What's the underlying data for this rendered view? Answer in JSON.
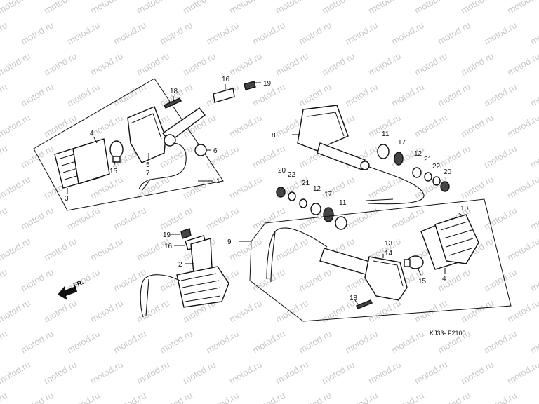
{
  "watermark": "motod.ru",
  "diagram_code": "KJ33- F2100",
  "direction_label": "FR.",
  "labels": {
    "l1": "1",
    "l2": "2",
    "l3": "3",
    "l4a": "4",
    "l4b": "4",
    "l5": "5",
    "l6": "6",
    "l7": "7",
    "l8": "8",
    "l9": "9",
    "l10": "10",
    "l11a": "11",
    "l11b": "11",
    "l12a": "12",
    "l12b": "12",
    "l13": "13",
    "l14": "14",
    "l15a": "15",
    "l15b": "15",
    "l16a": "16",
    "l16b": "16",
    "l17a": "17",
    "l17b": "17",
    "l18a": "18",
    "l18b": "18",
    "l19a": "19",
    "l19b": "19",
    "l20a": "20",
    "l20b": "20",
    "l21a": "21",
    "l21b": "21",
    "l22a": "22",
    "l22b": "22"
  }
}
